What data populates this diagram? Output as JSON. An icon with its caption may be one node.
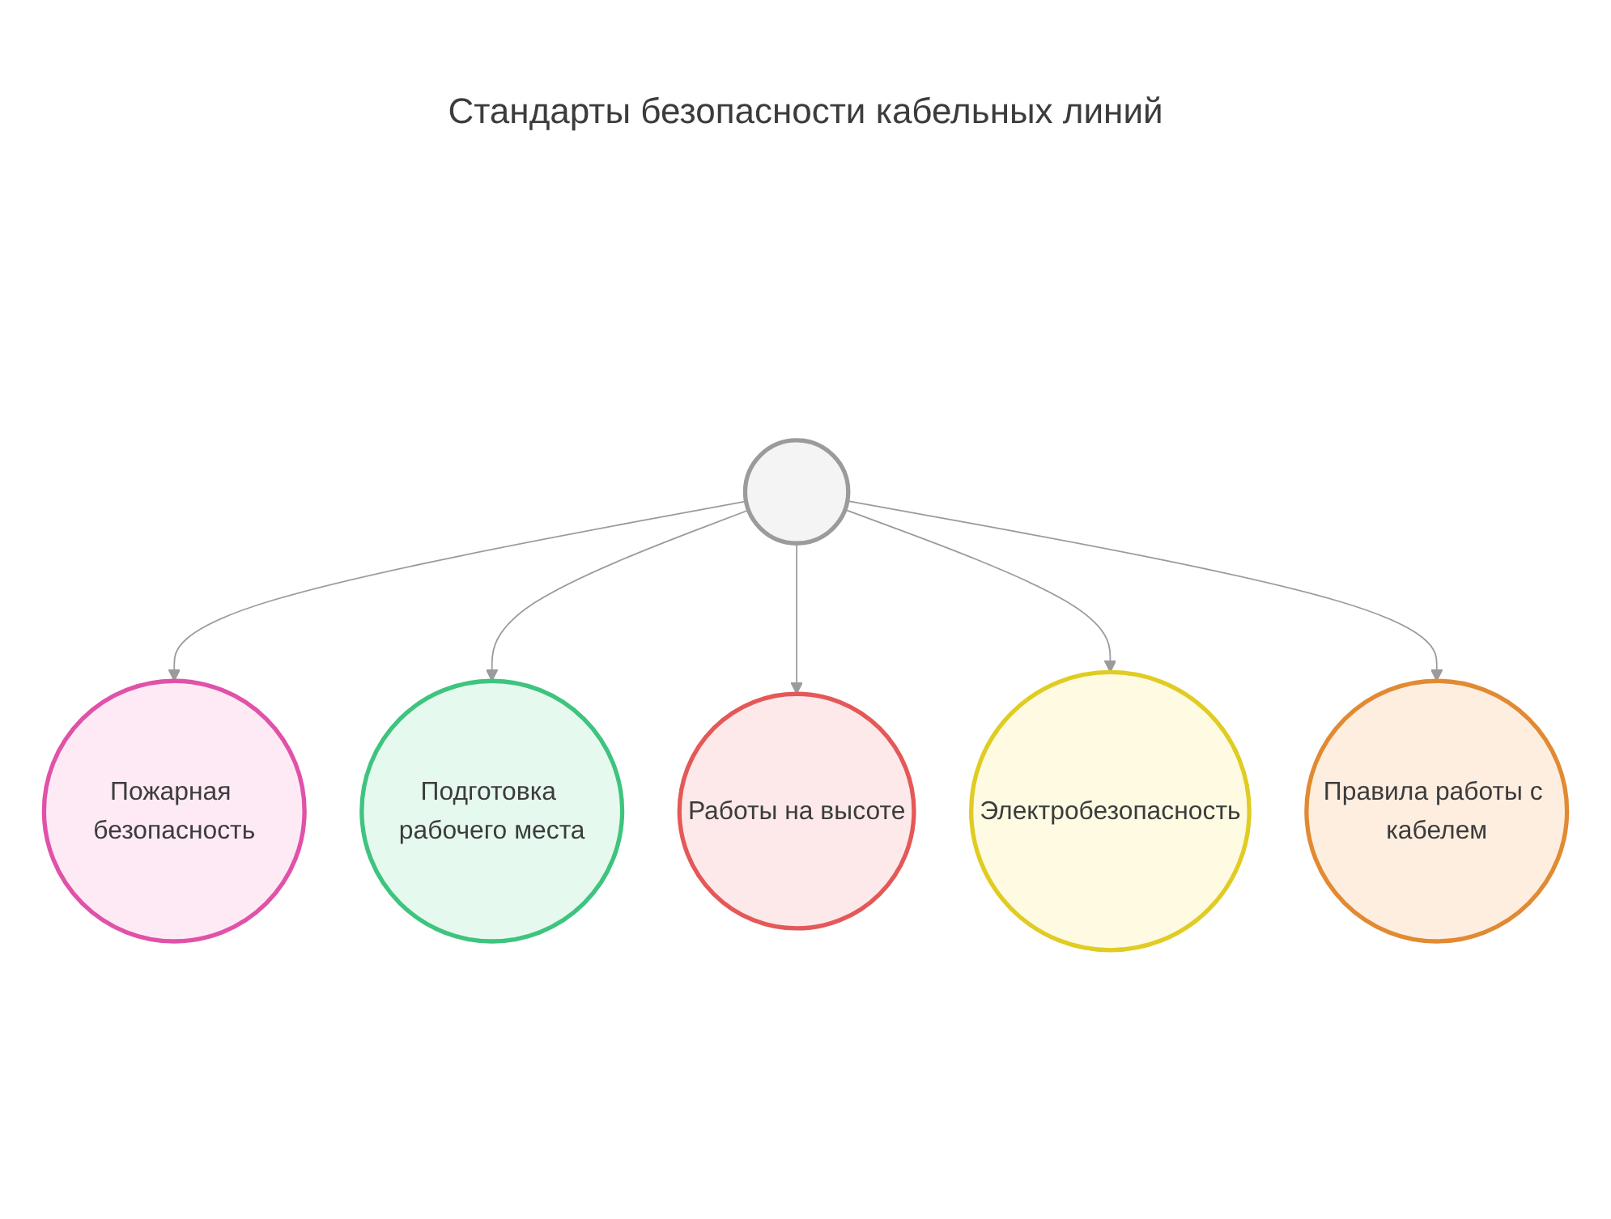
{
  "diagram": {
    "title": "Стандарты безопасности кабельных линий",
    "nodes": [
      {
        "text": [
          "Пожарная безопасность"
        ]
      },
      {
        "text": [
          "Подготовка рабочего места"
        ]
      },
      {
        "text": [],
        "shape": "circle"
      },
      {
        "text": [
          "Работы на высоте"
        ]
      },
      {
        "text": [
          "Электробезопасность"
        ]
      },
      {
        "text": [
          "Правила работы с кабелем"
        ]
      }
    ],
    "edges": [
      {
        "from": 2,
        "to": 0,
        "arrow": "to"
      },
      {
        "from": 2,
        "to": 1,
        "arrow": "to"
      },
      {
        "from": 2,
        "to": 3,
        "arrow": "to"
      },
      {
        "from": 2,
        "to": 4,
        "arrow": "to"
      },
      {
        "from": 2,
        "to": 5,
        "arrow": "to"
      }
    ]
  }
}
